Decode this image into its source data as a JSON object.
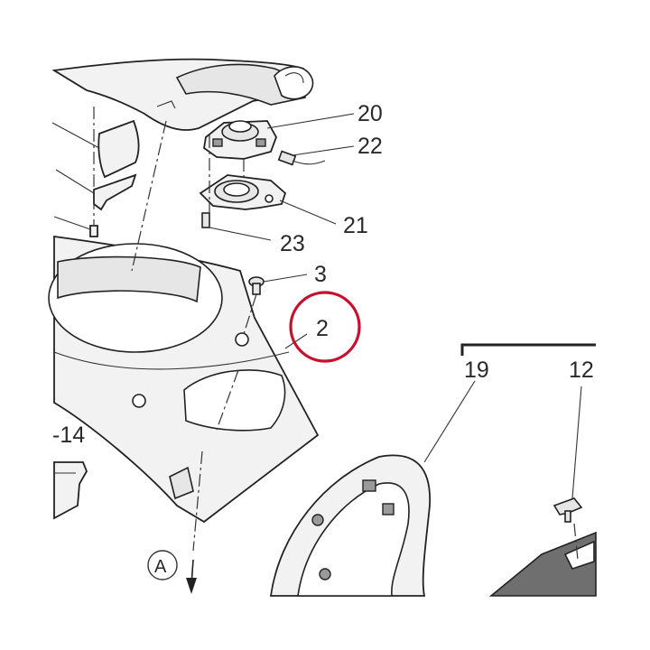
{
  "callouts": [
    {
      "id": "c20",
      "text": "20"
    },
    {
      "id": "c22",
      "text": "22"
    },
    {
      "id": "c21",
      "text": "21"
    },
    {
      "id": "c23",
      "text": "23"
    },
    {
      "id": "c3",
      "text": "3"
    },
    {
      "id": "c2",
      "text": "2"
    },
    {
      "id": "c19",
      "text": "19"
    },
    {
      "id": "c12",
      "text": "12"
    },
    {
      "id": "c14",
      "text": "-14"
    },
    {
      "id": "cA",
      "text": "A"
    }
  ],
  "highlight_color": "#c8102e"
}
